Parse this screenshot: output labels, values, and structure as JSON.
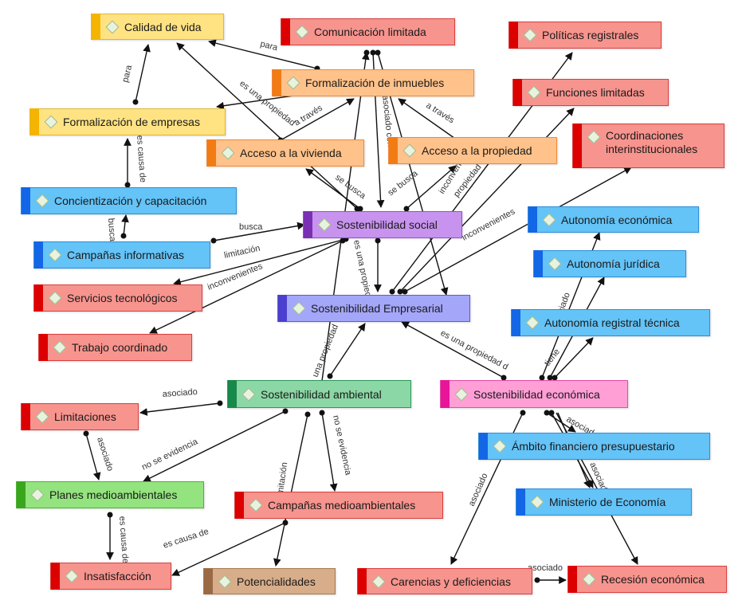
{
  "nodes": {
    "calidad_vida": "Calidad de vida",
    "comunicacion_limitada": "Comunicación limitada",
    "politicas_registrales": "Políticas registrales",
    "formalizacion_inmuebles": "Formalización de inmuebles",
    "funciones_limitadas": "Funciones limitadas",
    "formalizacion_empresas": "Formalización de empresas",
    "acceso_vivienda": "Acceso a la vivienda",
    "acceso_propiedad": "Acceso a la propiedad",
    "coordinaciones": "Coordinaciones interinstitucionales",
    "concientizacion": "Concientización y capacitación",
    "sostenibilidad_social": "Sostenibilidad social",
    "autonomia_economica": "Autonomía económica",
    "campanas_informativas": "Campañas informativas",
    "autonomia_juridica": "Autonomía jurídica",
    "servicios_tecnologicos": "Servicios tecnológicos",
    "sostenibilidad_empresarial": "Sostenibilidad Empresarial",
    "autonomia_registral": "Autonomía registral técnica",
    "trabajo_coordinado": "Trabajo coordinado",
    "sostenibilidad_ambiental": "Sostenibilidad ambiental",
    "sostenibilidad_economica": "Sostenibilidad económica",
    "limitaciones": "Limitaciones",
    "ambito_financiero": "Ámbito financiero presupuestario",
    "planes_medioambientales": "Planes medioambientales",
    "campanas_medioambientales": "Campañas medioambientales",
    "ministerio_economia": "Ministerio de Economía",
    "insatisfaccion": "Insatisfacción",
    "potencialidades": "Potencialidades",
    "carencias": "Carencias y deficiencias",
    "recesion": "Recesión económica"
  },
  "edge_labels": {
    "para_1": "para",
    "para_2": "para",
    "es_una_propiedad_1": "es una propiedad",
    "a_traves_1": "a través",
    "a_traves_2": "a través",
    "asociado_con": "asociado con",
    "es_causa_de_1": "es causa de",
    "se_busca_1": "se busca",
    "se_busca_2": "se busca",
    "inconvenientes_1": "inconvenientes",
    "propiedad_1": "propiedad",
    "inconvenientes_2": "inconvenientes",
    "busca_1": "busca",
    "busca_2": "busca",
    "limitacion_1": "limitación",
    "inconvenientes_3": "inconvenientes",
    "es_una_propiedad_2": "es una propiedad",
    "asociado_1": "asociado",
    "tiene_1": "tiene",
    "una_propiedad": "una propiedad",
    "es_una_propiedad_3": "es una propiedad d",
    "asociado_2": "asociado",
    "no_se_evidencia_1": "no se evidencia",
    "no_se_evidencia_2": "no se evidencia",
    "asociado_3": "asociado",
    "limitacion_2": "limitación",
    "es_causa_de_2": "es causa de",
    "es_causa_de_3": "es causa de",
    "asociado_4": "asociado",
    "asociado_5": "asociado",
    "asociado_6": "asociado",
    "asociado_7": "asociado"
  }
}
